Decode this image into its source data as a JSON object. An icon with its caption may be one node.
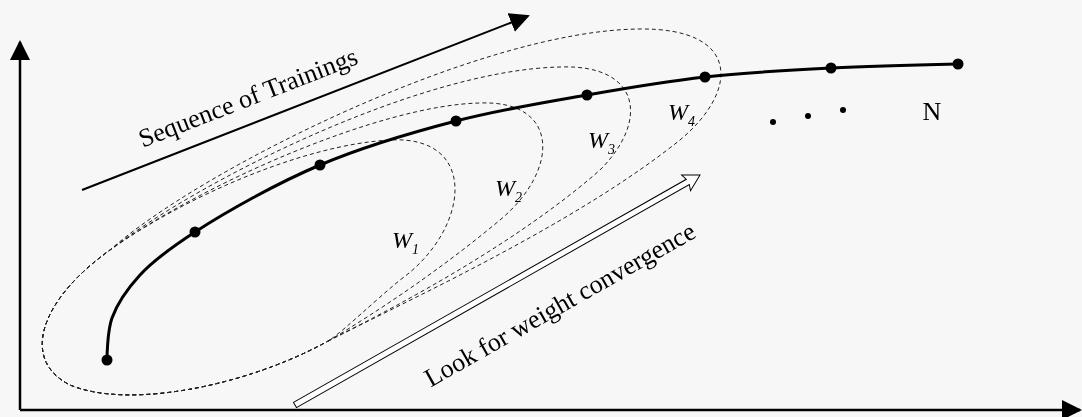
{
  "diagram": {
    "nodes": [
      {
        "text": [
          "W$_{4}$"
        ]
      },
      {
        "text": [
          "W$_{3}$"
        ],
        "in": 0
      },
      {
        "text": [
          "W$_{2}$"
        ],
        "in": 1
      },
      {
        "text": [
          "W$_{1}$"
        ],
        "in": 2
      }
    ],
    "labels": [
      "Sequence of Trainings",
      "Look for weight convergence",
      "N"
    ]
  }
}
